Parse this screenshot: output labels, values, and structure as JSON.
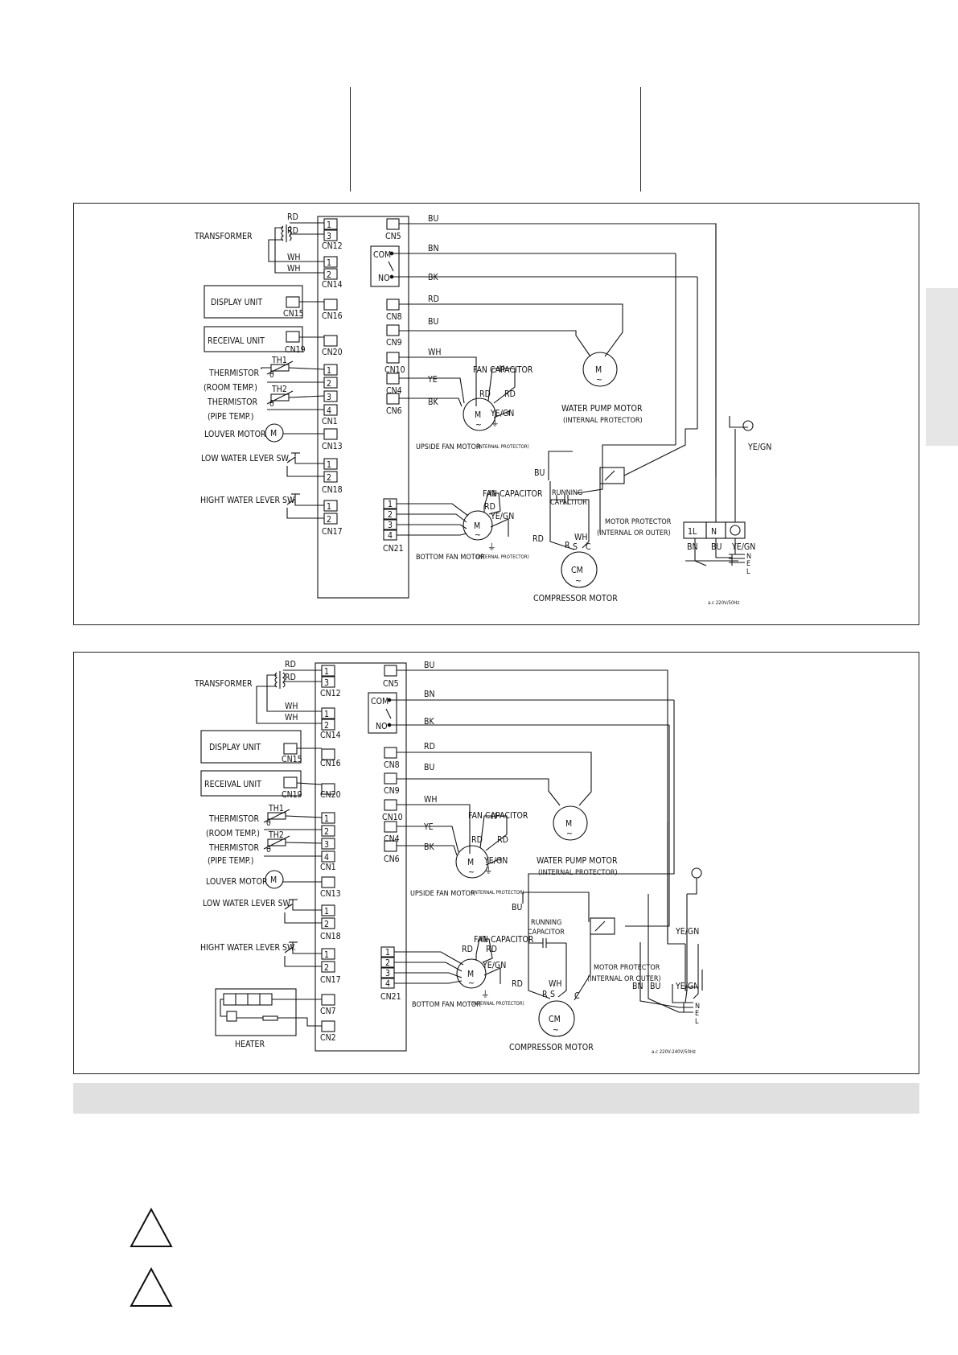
{
  "labels": {
    "transformer": "TRANSFORMER",
    "display_unit": "DISPLAY UNIT",
    "receival_unit": "RECEIVAL UNIT",
    "thermistor": "THERMISTOR",
    "room_temp": "(ROOM TEMP.)",
    "pipe_temp": "(PIPE TEMP.)",
    "th1": "TH1",
    "th2": "TH2",
    "theta": "θ",
    "louver_motor": "LOUVER MOTOR",
    "low_water_sw": "LOW WATER LEVER SW.",
    "high_water_sw": "HIGHT WATER LEVER SW.",
    "fan_capacitor": "FAN CAPACITOR",
    "upside_fan_motor": "UPSIDE FAN MOTOR",
    "bottom_fan_motor": "BOTTOM FAN MOTOR",
    "internal_protector_small": "(INTERNAL PROTECTOR)",
    "water_pump_motor": "WATER PUMP MOTOR",
    "internal_protector": "(INTERNAL PROTECTOR)",
    "running": "RUNNING",
    "capacitor": "CAPACITOR",
    "motor_protector": "MOTOR PROTECTOR",
    "internal_or_outer": "(INTERNAL OR OUTER)",
    "compressor_motor": "COMPRESSOR MOTOR",
    "heater": "HEATER",
    "com": "COM",
    "no": "NO",
    "motor_m": "M",
    "motor_cm": "CM",
    "tilde": "~",
    "r": "R",
    "s": "S",
    "c": "C",
    "term_1l": "1L",
    "term_n": "N",
    "term_e": "E",
    "term_l": "L",
    "earth": "⏚"
  },
  "wires": {
    "rd": "RD",
    "wh": "WH",
    "bu": "BU",
    "bn": "BN",
    "bk": "BK",
    "ye": "YE",
    "yegn": "YE/GN"
  },
  "connectors": {
    "cn12": "CN12",
    "cn14": "CN14",
    "cn16": "CN16",
    "cn15": "CN15",
    "cn19": "CN19",
    "cn20": "CN20",
    "cn1": "CN1",
    "cn13": "CN13",
    "cn18": "CN18",
    "cn17": "CN17",
    "cn5": "CN5",
    "cn8": "CN8",
    "cn9": "CN9",
    "cn10": "CN10",
    "cn4": "CN4",
    "cn6": "CN6",
    "cn21": "CN21",
    "cn7": "CN7",
    "cn2": "CN2"
  },
  "pins": {
    "p1": "1",
    "p2": "2",
    "p3": "3",
    "p4": "4"
  },
  "diagram1": {
    "supply": "a.c 220V/50Hz"
  },
  "diagram2": {
    "supply": "a.c 220V-240V/50Hz"
  }
}
